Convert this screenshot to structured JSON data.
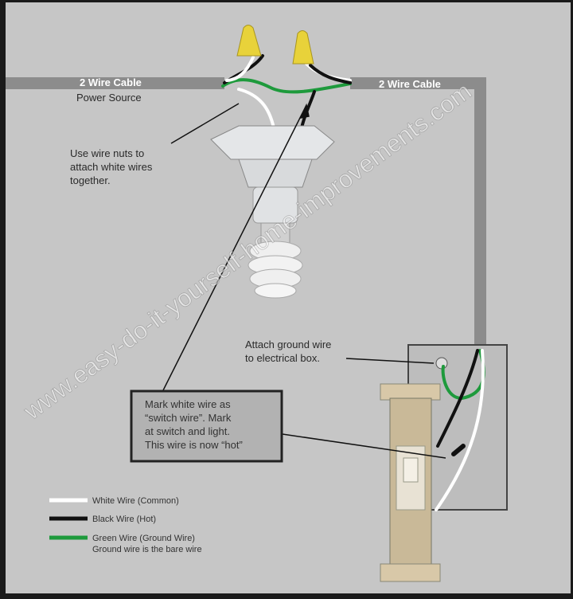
{
  "cables": {
    "left_title": "2 Wire Cable",
    "left_subtitle": "Power Source",
    "right_title": "2 Wire Cable"
  },
  "notes": {
    "wire_nuts": [
      "Use wire nuts to",
      "attach white wires",
      "together."
    ],
    "ground": [
      "Attach ground wire",
      "to electrical box."
    ],
    "callout": [
      "Mark white wire as",
      "“switch wire”.  Mark",
      "at switch and light.",
      "This wire is now “hot”"
    ]
  },
  "legend": {
    "white": "White Wire (Common)",
    "black": "Black Wire (Hot)",
    "green": "Green Wire (Ground Wire)",
    "green_note": "Ground wire is the bare wire"
  },
  "watermark": "www.easy-do-it-yourself-home-improvements.com",
  "colors": {
    "background": "#c6c6c6",
    "cable": "#8c8c8c",
    "white_wire": "#ffffff",
    "black_wire": "#111111",
    "green_wire": "#1e9a3c",
    "wire_nut": "#e8d23a"
  }
}
